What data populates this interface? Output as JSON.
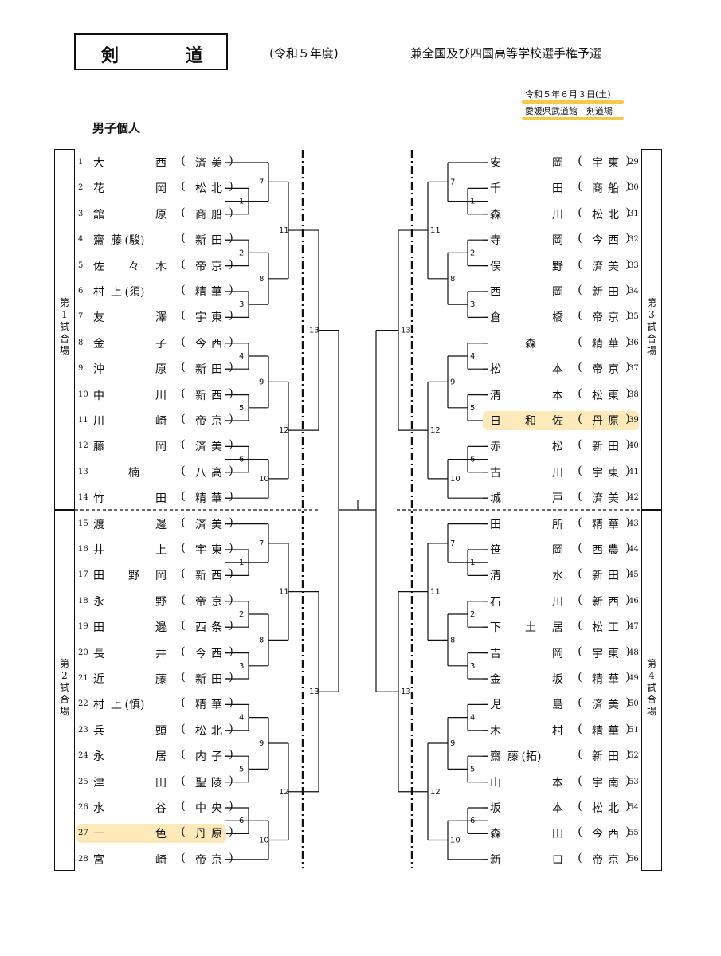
{
  "header": {
    "sport_chars": [
      "剣",
      "道"
    ],
    "year": "(令和５年度)",
    "event": "兼全国及び四国高等学校選手権予選",
    "date": "令和５年６月３日(土)",
    "venue": "愛媛県武道館　剣道場",
    "division": "男子個人"
  },
  "courts": {
    "c1": [
      "第",
      "1",
      "試",
      "合",
      "場"
    ],
    "c2": [
      "第",
      "2",
      "試",
      "合",
      "場"
    ],
    "c3": [
      "第",
      "3",
      "試",
      "合",
      "場"
    ],
    "c4": [
      "第",
      "4",
      "試",
      "合",
      "場"
    ]
  },
  "highlight_color": "#f7c948",
  "left_entries": [
    {
      "num": "1",
      "chars": [
        "大",
        "",
        "",
        "西",
        "(",
        "済",
        "美",
        ")"
      ]
    },
    {
      "num": "2",
      "chars": [
        "花",
        "",
        "",
        "岡",
        "(",
        "松",
        "北",
        ")"
      ]
    },
    {
      "num": "3",
      "chars": [
        "舘",
        "",
        "",
        "原",
        "(",
        "商",
        "船",
        ")"
      ]
    },
    {
      "num": "4",
      "chars": [
        "齋",
        "藤",
        "(駿)",
        "",
        "(",
        "新",
        "田",
        ")"
      ]
    },
    {
      "num": "5",
      "chars": [
        "佐",
        "",
        "々",
        "木",
        "(",
        "帝",
        "京",
        ")"
      ]
    },
    {
      "num": "6",
      "chars": [
        "村",
        "上",
        "(須)",
        "",
        "(",
        "精",
        "華",
        ")"
      ]
    },
    {
      "num": "7",
      "chars": [
        "友",
        "",
        "",
        "澤",
        "(",
        "宇",
        "東",
        ")"
      ]
    },
    {
      "num": "8",
      "chars": [
        "金",
        "",
        "",
        "子",
        "(",
        "今",
        "西",
        ")"
      ]
    },
    {
      "num": "9",
      "chars": [
        "沖",
        "",
        "",
        "原",
        "(",
        "新",
        "田",
        ")"
      ]
    },
    {
      "num": "10",
      "chars": [
        "中",
        "",
        "",
        "川",
        "(",
        "新",
        "西",
        ")"
      ]
    },
    {
      "num": "11",
      "chars": [
        "川",
        "",
        "",
        "崎",
        "(",
        "帝",
        "京",
        ")"
      ]
    },
    {
      "num": "12",
      "chars": [
        "藤",
        "",
        "",
        "岡",
        "(",
        "済",
        "美",
        ")"
      ]
    },
    {
      "num": "13",
      "chars": [
        "",
        "",
        "楠",
        "",
        "(",
        "八",
        "高",
        ")"
      ]
    },
    {
      "num": "14",
      "chars": [
        "竹",
        "",
        "",
        "田",
        "(",
        "精",
        "華",
        ")"
      ]
    },
    {
      "num": "15",
      "chars": [
        "渡",
        "",
        "",
        "邊",
        "(",
        "済",
        "美",
        ")"
      ]
    },
    {
      "num": "16",
      "chars": [
        "井",
        "",
        "",
        "上",
        "(",
        "宇",
        "東",
        ")"
      ]
    },
    {
      "num": "17",
      "chars": [
        "田",
        "",
        "野",
        "岡",
        "(",
        "新",
        "西",
        ")"
      ]
    },
    {
      "num": "18",
      "chars": [
        "永",
        "",
        "",
        "野",
        "(",
        "帝",
        "京",
        ")"
      ]
    },
    {
      "num": "19",
      "chars": [
        "田",
        "",
        "",
        "邊",
        "(",
        "西",
        "条",
        ")"
      ]
    },
    {
      "num": "20",
      "chars": [
        "長",
        "",
        "",
        "井",
        "(",
        "今",
        "西",
        ")"
      ]
    },
    {
      "num": "21",
      "chars": [
        "近",
        "",
        "",
        "藤",
        "(",
        "新",
        "田",
        ")"
      ]
    },
    {
      "num": "22",
      "chars": [
        "村",
        "上",
        "(慎)",
        "",
        "(",
        "精",
        "華",
        ")"
      ]
    },
    {
      "num": "23",
      "chars": [
        "兵",
        "",
        "",
        "頭",
        "(",
        "松",
        "北",
        ")"
      ]
    },
    {
      "num": "24",
      "chars": [
        "永",
        "",
        "",
        "居",
        "(",
        "内",
        "子",
        ")"
      ]
    },
    {
      "num": "25",
      "chars": [
        "津",
        "",
        "",
        "田",
        "(",
        "聖",
        "陵",
        ")"
      ]
    },
    {
      "num": "26",
      "chars": [
        "水",
        "",
        "",
        "谷",
        "(",
        "中",
        "央",
        ")"
      ]
    },
    {
      "num": "27",
      "chars": [
        "一",
        "",
        "",
        "色",
        "(",
        "丹",
        "原",
        ")"
      ]
    },
    {
      "num": "28",
      "chars": [
        "宮",
        "",
        "",
        "崎",
        "(",
        "帝",
        "京",
        ")"
      ]
    }
  ],
  "right_entries": [
    {
      "num": "29",
      "chars": [
        "安",
        "",
        "",
        "岡",
        "(",
        "宇",
        "東",
        ")"
      ]
    },
    {
      "num": "30",
      "chars": [
        "千",
        "",
        "",
        "田",
        "(",
        "商",
        "船",
        ")"
      ]
    },
    {
      "num": "31",
      "chars": [
        "森",
        "",
        "",
        "川",
        "(",
        "松",
        "北",
        ")"
      ]
    },
    {
      "num": "32",
      "chars": [
        "寺",
        "",
        "",
        "岡",
        "(",
        "今",
        "西",
        ")"
      ]
    },
    {
      "num": "33",
      "chars": [
        "俣",
        "",
        "",
        "野",
        "(",
        "済",
        "美",
        ")"
      ]
    },
    {
      "num": "34",
      "chars": [
        "西",
        "",
        "",
        "岡",
        "(",
        "新",
        "田",
        ")"
      ]
    },
    {
      "num": "35",
      "chars": [
        "倉",
        "",
        "",
        "橋",
        "(",
        "帝",
        "京",
        ")"
      ]
    },
    {
      "num": "36",
      "chars": [
        "",
        "",
        "森",
        "",
        "(",
        "精",
        "華",
        ")"
      ]
    },
    {
      "num": "37",
      "chars": [
        "松",
        "",
        "",
        "本",
        "(",
        "帝",
        "京",
        ")"
      ]
    },
    {
      "num": "38",
      "chars": [
        "清",
        "",
        "",
        "本",
        "(",
        "松",
        "東",
        ")"
      ]
    },
    {
      "num": "39",
      "chars": [
        "日",
        "",
        "和",
        "佐",
        "(",
        "丹",
        "原",
        ")"
      ]
    },
    {
      "num": "40",
      "chars": [
        "赤",
        "",
        "",
        "松",
        "(",
        "新",
        "田",
        ")"
      ]
    },
    {
      "num": "41",
      "chars": [
        "古",
        "",
        "",
        "川",
        "(",
        "宇",
        "東",
        ")"
      ]
    },
    {
      "num": "42",
      "chars": [
        "城",
        "",
        "",
        "戸",
        "(",
        "済",
        "美",
        ")"
      ]
    },
    {
      "num": "43",
      "chars": [
        "田",
        "",
        "",
        "所",
        "(",
        "精",
        "華",
        ")"
      ]
    },
    {
      "num": "44",
      "chars": [
        "笹",
        "",
        "",
        "岡",
        "(",
        "西",
        "農",
        ")"
      ]
    },
    {
      "num": "45",
      "chars": [
        "清",
        "",
        "",
        "水",
        "(",
        "新",
        "田",
        ")"
      ]
    },
    {
      "num": "46",
      "chars": [
        "石",
        "",
        "",
        "川",
        "(",
        "新",
        "西",
        ")"
      ]
    },
    {
      "num": "47",
      "chars": [
        "下",
        "",
        "土",
        "居",
        "(",
        "松",
        "工",
        ")"
      ]
    },
    {
      "num": "48",
      "chars": [
        "吉",
        "",
        "",
        "岡",
        "(",
        "宇",
        "東",
        ")"
      ]
    },
    {
      "num": "49",
      "chars": [
        "金",
        "",
        "",
        "坂",
        "(",
        "精",
        "華",
        ")"
      ]
    },
    {
      "num": "50",
      "chars": [
        "児",
        "",
        "",
        "島",
        "(",
        "済",
        "美",
        ")"
      ]
    },
    {
      "num": "51",
      "chars": [
        "木",
        "",
        "",
        "村",
        "(",
        "精",
        "華",
        ")"
      ]
    },
    {
      "num": "52",
      "chars": [
        "齋",
        "藤",
        "(拓)",
        "",
        "(",
        "新",
        "田",
        ")"
      ]
    },
    {
      "num": "53",
      "chars": [
        "山",
        "",
        "",
        "本",
        "(",
        "宇",
        "南",
        ")"
      ]
    },
    {
      "num": "54",
      "chars": [
        "坂",
        "",
        "",
        "本",
        "(",
        "松",
        "北",
        ")"
      ]
    },
    {
      "num": "55",
      "chars": [
        "森",
        "",
        "",
        "田",
        "(",
        "今",
        "西",
        ")"
      ]
    },
    {
      "num": "56",
      "chars": [
        "新",
        "",
        "",
        "口",
        "(",
        "帝",
        "京",
        ")"
      ]
    }
  ],
  "highlighted_entries": [
    "27",
    "39"
  ],
  "match_labels": [
    "1",
    "2",
    "3",
    "4",
    "5",
    "6",
    "7",
    "8",
    "9",
    "10",
    "11",
    "12",
    "13"
  ]
}
